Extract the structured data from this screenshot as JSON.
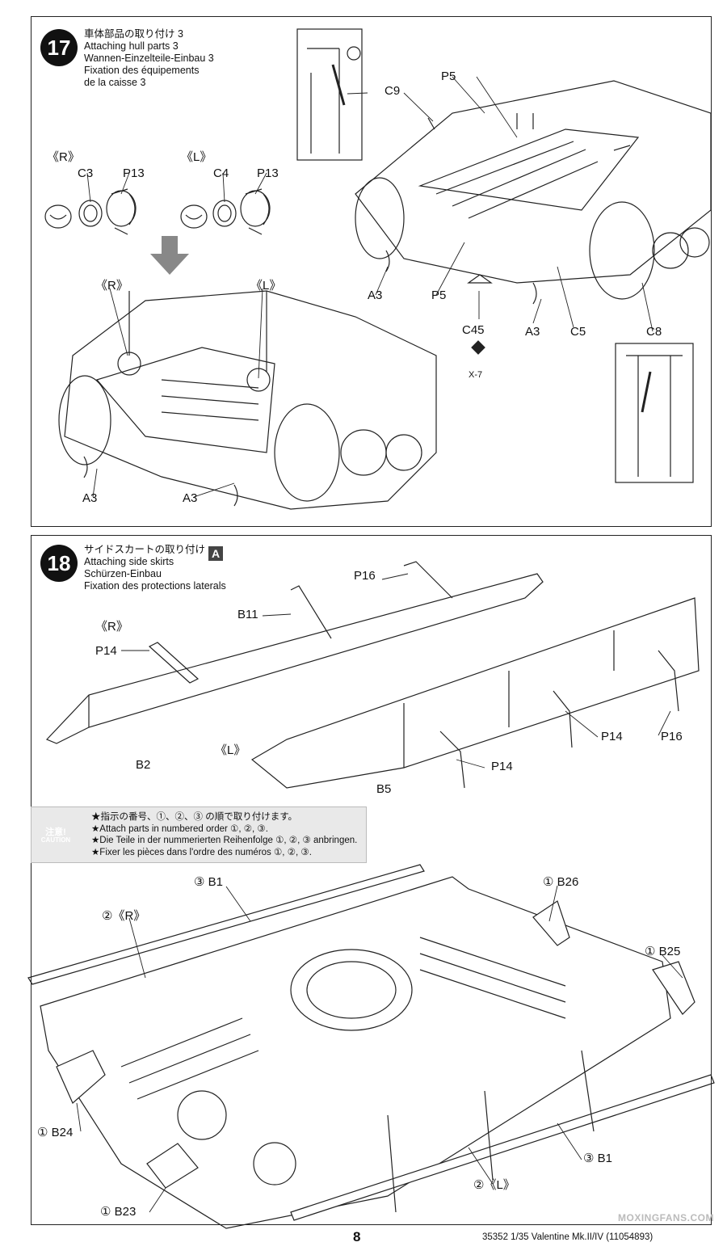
{
  "step17": {
    "number": "17",
    "title_lines": [
      "車体部品の取り付け 3",
      "Attaching hull parts 3",
      "Wannen-Einzelteile-Einbau 3",
      "Fixation des équipements",
      "de la caisse 3"
    ],
    "side_r": "《R》",
    "side_l": "《L》",
    "labels": {
      "c3": "C3",
      "p13_r": "P13",
      "c4": "C4",
      "p13_l": "P13",
      "r_big": "《R》",
      "l_big": "《L》",
      "a3_1": "A3",
      "a3_2": "A3",
      "a3_3": "A3",
      "a3_4": "A3",
      "c9": "C9",
      "p5_top": "P5",
      "p5_bottom": "P5",
      "c45": "C45",
      "x7": "X-7",
      "c5": "C5",
      "c8": "C8"
    }
  },
  "step18": {
    "number": "18",
    "title_lines": [
      "サイドスカートの取り付け",
      "Attaching side skirts",
      "Schürzen-Einbau",
      "Fixation des protections laterals"
    ],
    "badge": "A",
    "labels": {
      "p16_top": "P16",
      "b11": "B11",
      "r": "《R》",
      "p14_r": "P14",
      "b2": "B2",
      "l": "《L》",
      "b5": "B5",
      "p14_mid": "P14",
      "p14_right": "P14",
      "p16_right": "P16"
    },
    "caution": {
      "badge_top": "注意!",
      "badge_bottom": "CAUTION",
      "lines": [
        "★指示の番号、①、②、③ の順で取り付けます。",
        "★Attach parts in numbered order ①, ②, ③.",
        "★Die Teile in der nummerierten Reihenfolge ①, ②, ③ anbringen.",
        "★Fixer les pièces dans l'ordre des numéros ①, ②, ③."
      ]
    },
    "assembly_labels": {
      "b1_top": "③ B1",
      "r_side": "②《R》",
      "b26": "① B26",
      "b25": "① B25",
      "b24": "① B24",
      "b23": "① B23",
      "b1_bottom": "③ B1",
      "l_side": "②《L》"
    }
  },
  "footer": {
    "page": "8",
    "model": "35352  1/35 Valentine Mk.II/IV (11054893)",
    "watermark": "MOXINGFANS.COM"
  }
}
